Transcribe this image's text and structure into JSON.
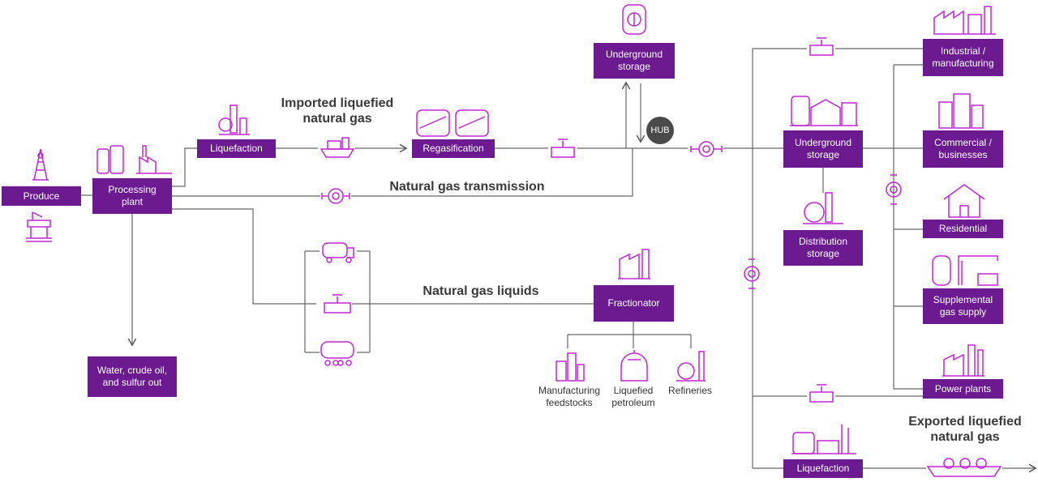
{
  "colors": {
    "box": "#6b1b8f",
    "icon": "#c026d3",
    "line": "#555555",
    "hub": "#4a4a4a"
  },
  "boxes": {
    "produce": "Produce",
    "processing_l1": "Processing",
    "processing_l2": "plant",
    "liquefaction_in": "Liquefaction",
    "regasification": "Regasification",
    "ug_top_l1": "Underground",
    "ug_top_l2": "storage",
    "ug_right_l1": "Underground",
    "ug_right_l2": "storage",
    "dist_l1": "Distribution",
    "dist_l2": "storage",
    "liquefaction_out": "Liquefaction",
    "fractionator": "Fractionator",
    "water_l1": "Water, crude oil,",
    "water_l2": "and sulfur out",
    "industrial_l1": "Industrial /",
    "industrial_l2": "manufacturing",
    "commercial_l1": "Commercial /",
    "commercial_l2": "businesses",
    "residential": "Residential",
    "supplemental_l1": "Supplemental",
    "supplemental_l2": "gas supply",
    "power": "Power plants"
  },
  "headings": {
    "imported_l1": "Imported liquefied",
    "imported_l2": "natural gas",
    "transmission": "Natural gas transmission",
    "liquids": "Natural gas liquids",
    "exported_l1": "Exported liquefied",
    "exported_l2": "natural gas"
  },
  "labels": {
    "manufacturing_l1": "Manufacturing",
    "manufacturing_l2": "feedstocks",
    "liquefied_l1": "Liquefied",
    "liquefied_l2": "petroleum",
    "refineries": "Refineries"
  },
  "hub": "HUB"
}
